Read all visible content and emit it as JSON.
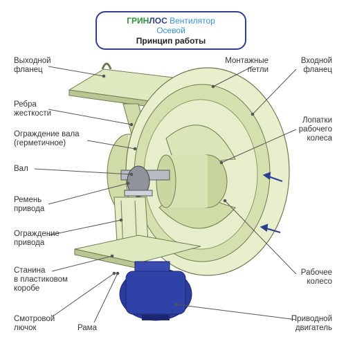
{
  "title": {
    "brand_part1": "ГРИН",
    "brand_part2": "ЛОС",
    "product": "Вентилятор",
    "product_line2": "Осевой",
    "subtitle": "Принцип работы"
  },
  "labels_left": [
    {
      "id": "outlet-flange",
      "text_l1": "Выходной",
      "text_l2": "фланец"
    },
    {
      "id": "stiffeners",
      "text_l1": "Ребра",
      "text_l2": "жесткости"
    },
    {
      "id": "shaft-guard",
      "text_l1": "Ограждение вала",
      "text_l2": "(герметичное)"
    },
    {
      "id": "shaft",
      "text_l1": "Вал",
      "text_l2": ""
    },
    {
      "id": "drive-belt",
      "text_l1": "Ремень",
      "text_l2": "привода"
    },
    {
      "id": "drive-guard",
      "text_l1": "Ограждение",
      "text_l2": "привода"
    },
    {
      "id": "frame-box",
      "text_l1": "Станина",
      "text_l2": "в пластиковом",
      "text_l3": "коробе"
    },
    {
      "id": "inspection-hatch",
      "text_l1": "Смотровой",
      "text_l2": "лючок"
    },
    {
      "id": "base",
      "text_l1": "Рама",
      "text_l2": ""
    }
  ],
  "labels_right": [
    {
      "id": "mounting-lugs",
      "text_l1": "Монтажные",
      "text_l2": "петли"
    },
    {
      "id": "inlet-flange",
      "text_l1": "Входной",
      "text_l2": "фланец"
    },
    {
      "id": "impeller-blades",
      "text_l1": "Лопатки",
      "text_l2": "рабочего",
      "text_l3": "колеса"
    },
    {
      "id": "impeller",
      "text_l1": "Рабочее",
      "text_l2": "колесо"
    },
    {
      "id": "motor",
      "text_l1": "Приводной",
      "text_l2": "двигатель"
    }
  ],
  "colors": {
    "body": "#dfe9bf",
    "body_dark": "#b9c793",
    "outline": "#6d7a4f",
    "motor": "#2b3c9c",
    "motor_dark": "#1b2670",
    "title_border": "#2e3f8f",
    "leader": "#555555",
    "arrow": "#2a3f8f"
  }
}
